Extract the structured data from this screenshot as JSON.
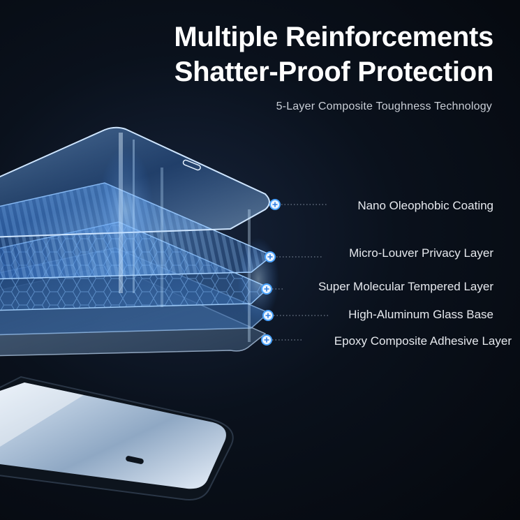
{
  "header": {
    "title_line1": "Multiple Reinforcements",
    "title_line2": "Shatter-Proof Protection",
    "subtitle": "5-Layer Composite Toughness Technology"
  },
  "layers": [
    {
      "label": "Nano Oleophobic Coating"
    },
    {
      "label": "Micro-Louver Privacy Layer"
    },
    {
      "label": "Super Molecular Tempered Layer"
    },
    {
      "label": "High-Aluminum Glass Base"
    },
    {
      "label": "Epoxy Composite Adhesive Layer"
    }
  ],
  "icons": {
    "marker": "plus-circle-icon"
  },
  "colors": {
    "accent": "#4aa3ff",
    "background": "#070b12",
    "text": "#ffffff"
  }
}
